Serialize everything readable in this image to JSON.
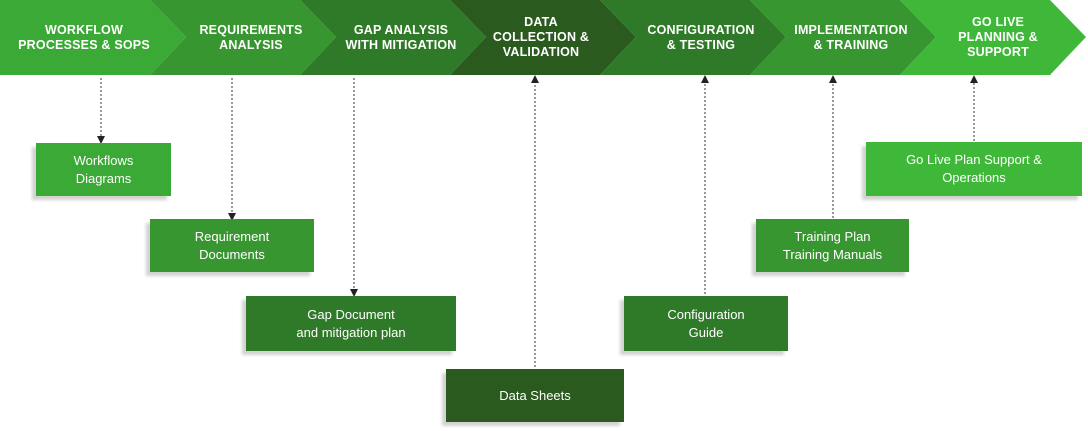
{
  "phases": [
    {
      "label": "WORKFLOW\nPROCESSES &  SOPS",
      "color": "#3aa935"
    },
    {
      "label": "REQUIREMENTS\nANALYSIS",
      "color": "#37962f"
    },
    {
      "label": "GAP ANALYSIS\nWITH MITIGATION",
      "color": "#2f7a28"
    },
    {
      "label": "DATA\nCOLLECTION &\nVALIDATION",
      "color": "#2b5a1f"
    },
    {
      "label": "CONFIGURATION\n& TESTING",
      "color": "#2f7a28"
    },
    {
      "label": "IMPLEMENTATION\n& TRAINING",
      "color": "#37962f"
    },
    {
      "label": "GO LIVE\nPLANNING &\nSUPPORT",
      "color": "#3fb83a"
    }
  ],
  "deliverables": [
    {
      "label": "Workflows\nDiagrams",
      "color": "#3aa935"
    },
    {
      "label": "Requirement\nDocuments",
      "color": "#37962f"
    },
    {
      "label": "Gap Document\nand mitigation plan",
      "color": "#2f7a28"
    },
    {
      "label": "Data Sheets",
      "color": "#2b5a1f"
    },
    {
      "label": "Configuration\nGuide",
      "color": "#2f7a28"
    },
    {
      "label": "Training Plan\nTraining Manuals",
      "color": "#37962f"
    },
    {
      "label": "Go Live Plan Support &\nOperations",
      "color": "#3fb83a"
    }
  ]
}
